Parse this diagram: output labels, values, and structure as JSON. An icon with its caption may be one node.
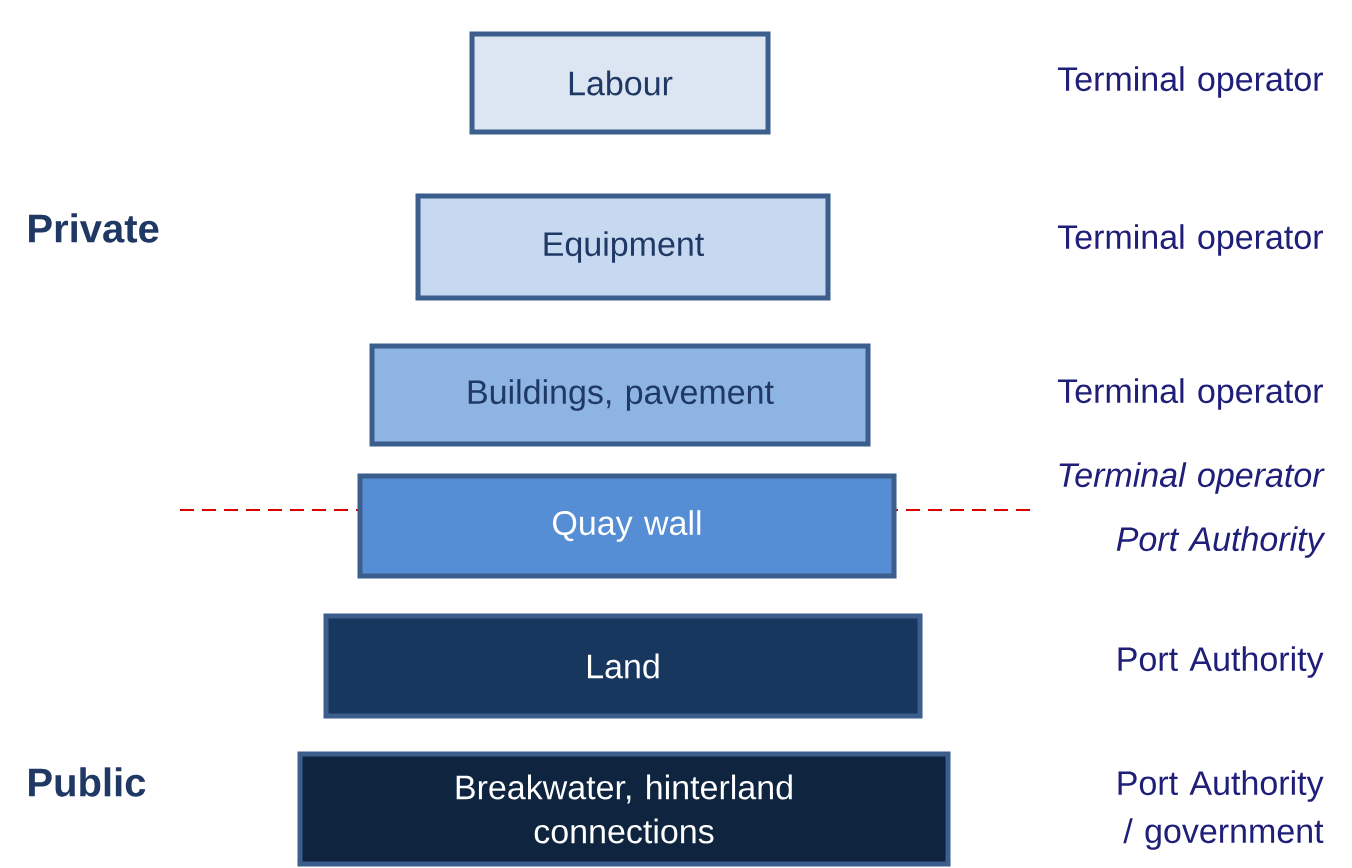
{
  "diagram": {
    "nodes": [
      {
        "text": [
          "Labour"
        ]
      },
      {
        "text": [
          "Equipment"
        ]
      },
      {
        "text": [
          "Buildings, pavement"
        ]
      },
      {
        "text": [
          "Quay wall"
        ]
      },
      {
        "text": [
          "Land"
        ]
      },
      {
        "text": [
          "Breakwater, hinterland connections"
        ]
      }
    ],
    "labels": [
      "Terminal operator",
      "Private",
      "Terminal operator",
      "Terminal operator",
      "Terminal operator",
      "Port Authority",
      "Port Authority",
      "Public",
      "Port Authority / government"
    ]
  }
}
